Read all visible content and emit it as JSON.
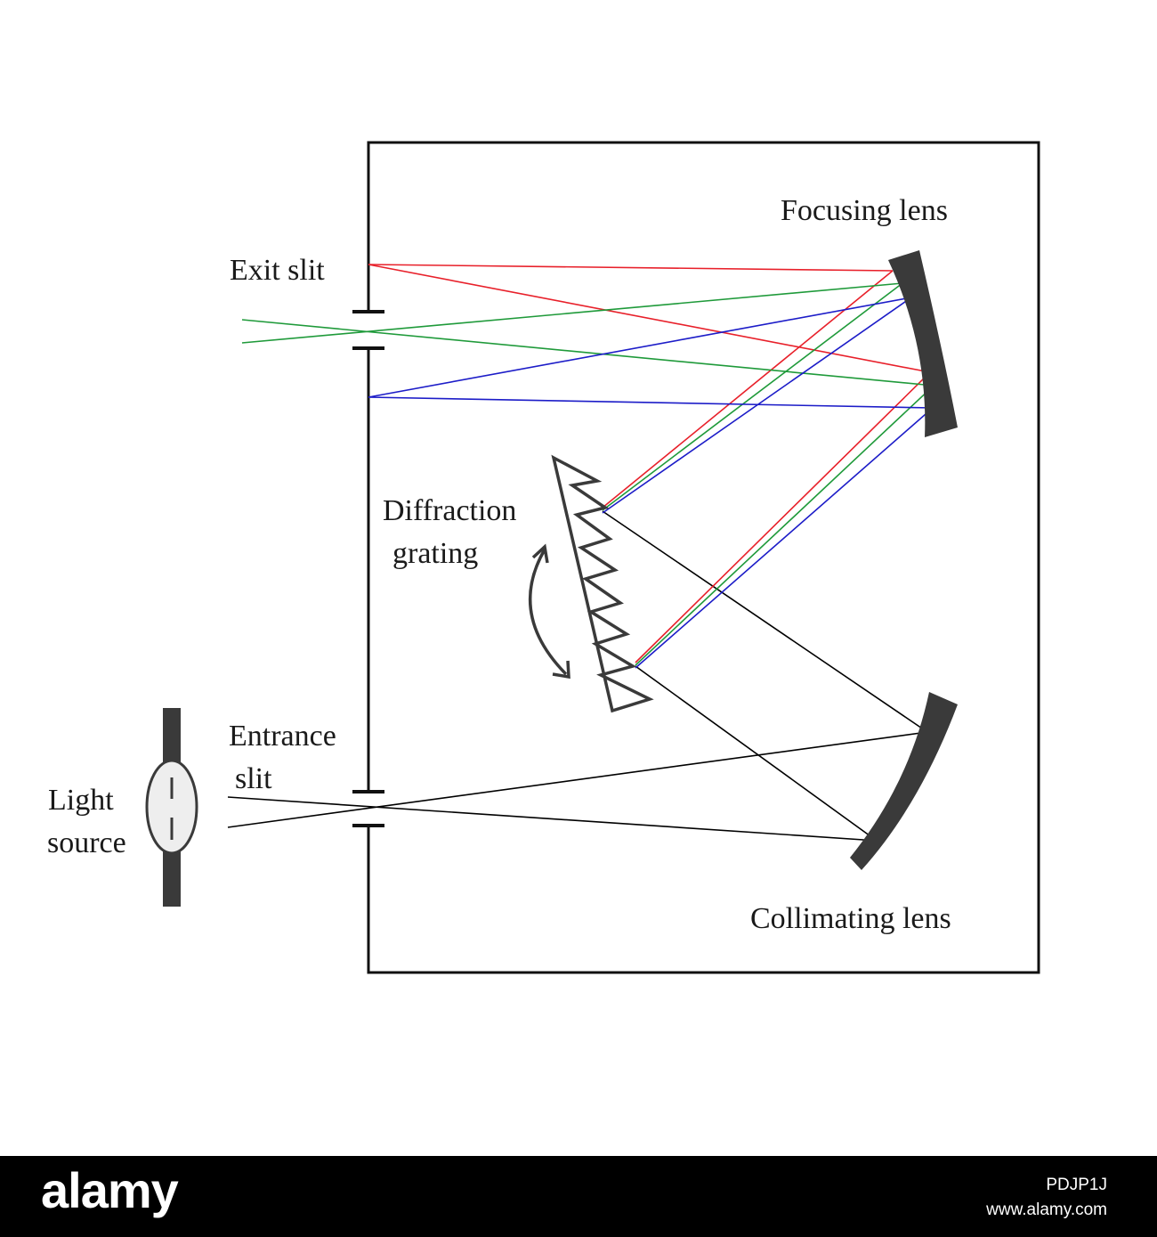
{
  "labels": {
    "focusing_lens": "Focusing lens",
    "exit_slit": "Exit slit",
    "diffraction_grating": [
      "Diffraction",
      "grating"
    ],
    "entrance_slit": [
      "Entrance",
      "slit"
    ],
    "light_source": [
      "Light",
      "source"
    ],
    "collimating_lens": "Collimating lens"
  },
  "colors": {
    "red_ray": "#e8202a",
    "green_ray": "#1f9a3a",
    "blue_ray": "#1c1cc8",
    "white_ray": "#000000",
    "optics": "#3a3a3a"
  },
  "footer": {
    "brand": "alamy",
    "image_id": "PDJP1J",
    "site": "www.alamy.com"
  }
}
